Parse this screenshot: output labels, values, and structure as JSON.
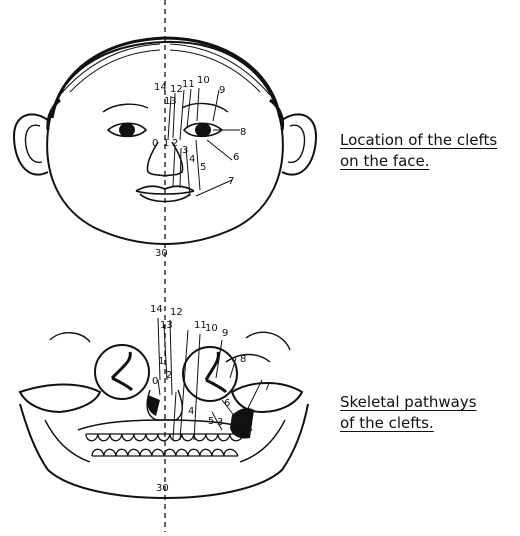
{
  "captions": {
    "face": [
      "Location of the clefts",
      "on the face."
    ],
    "skeleton": [
      "Skeletal pathways",
      "of the clefts."
    ]
  },
  "face_labels": {
    "n0": "0",
    "n1": "1",
    "n2": "2",
    "n3": "3",
    "n4": "4",
    "n5": "5",
    "n6": "6",
    "n7": "7",
    "n8": "8",
    "n9": "9",
    "n10": "10",
    "n11": "11",
    "n12": "12",
    "n13": "13",
    "n14": "14",
    "n30": "30"
  },
  "skull_labels": {
    "n0": "0",
    "n1": "1",
    "n2": "2",
    "n3": "3",
    "n4": "4",
    "n5": "5",
    "n6": "6",
    "n7": "7",
    "n8": "8",
    "n9": "9",
    "n10": "10",
    "n11": "11",
    "n12": "12",
    "n13": "13",
    "n14": "14",
    "n30": "30"
  }
}
